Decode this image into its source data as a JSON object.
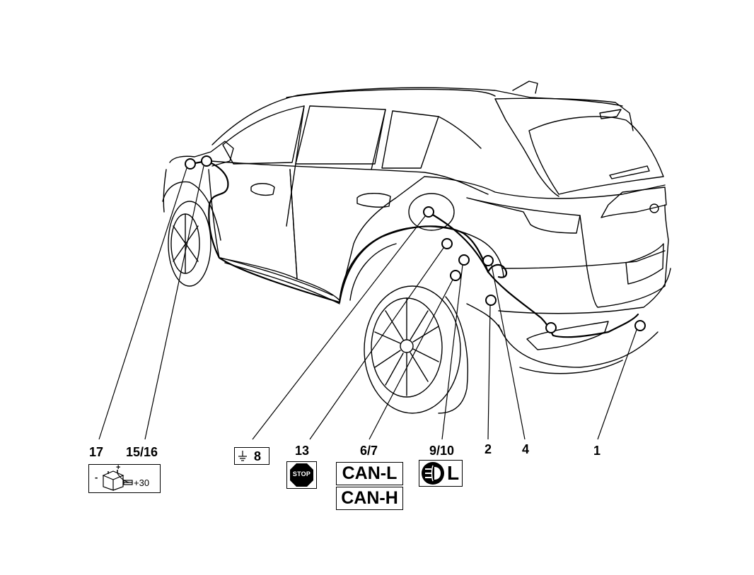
{
  "callouts": {
    "c17": "17",
    "c15_16": "15/16",
    "c8": "8",
    "c13": "13",
    "c6_7": "6/7",
    "c9_10": "9/10",
    "c2": "2",
    "c4": "4",
    "c1": "1"
  },
  "battery_box": {
    "minus": "-",
    "plus": "+",
    "terminal": "+30"
  },
  "stop_icon_text": "STOP",
  "can_l": "CAN-L",
  "can_h": "CAN-H",
  "fog_letter": "L",
  "icons": [
    "ground-icon",
    "battery-icon",
    "fuse-icon",
    "stop-sign-icon",
    "fog-lamp-icon"
  ]
}
